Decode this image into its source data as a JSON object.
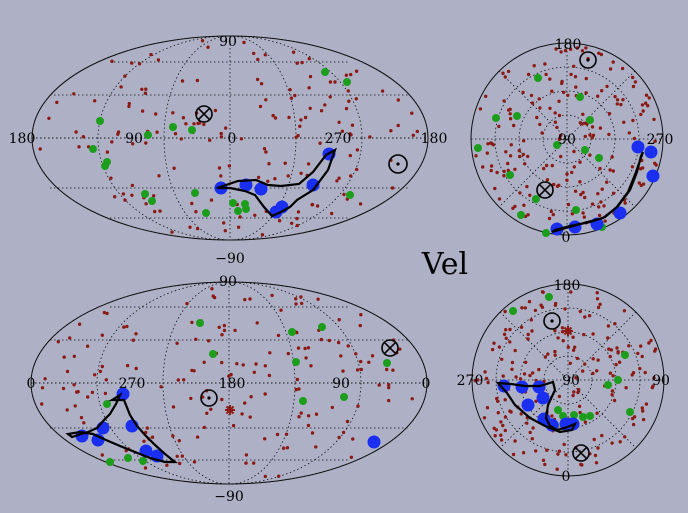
{
  "title": "Vel",
  "colors": {
    "background": "#aeb1c6",
    "red_dot": "#8b1a14",
    "green_dot": "#1c9e1c",
    "blue_dot": "#1a2ff0",
    "line": "#000000"
  },
  "icons": [
    "circle-dot-icon",
    "circle-cross-icon",
    "red-star-icon"
  ],
  "panels": [
    {
      "id": "top-left-map",
      "kind": "aitoff",
      "labels": {
        "top": "90",
        "bottom": "−90",
        "left": "180",
        "right": "180",
        "lon_ticks": [
          "90",
          "0",
          "270"
        ]
      }
    },
    {
      "id": "top-right-polar",
      "kind": "polar",
      "labels": {
        "top": "180",
        "left": "",
        "right": "270",
        "center": "90",
        "bottom": "0"
      }
    },
    {
      "id": "bottom-left-map",
      "kind": "aitoff",
      "labels": {
        "top": "90",
        "bottom": "−90",
        "left": "0",
        "right": "0",
        "lon_ticks": [
          "270",
          "180",
          "90"
        ]
      }
    },
    {
      "id": "bottom-right-polar",
      "kind": "polar",
      "labels": {
        "top": "180",
        "left": "270",
        "right": "90",
        "center": "90",
        "bottom": "0"
      }
    }
  ]
}
